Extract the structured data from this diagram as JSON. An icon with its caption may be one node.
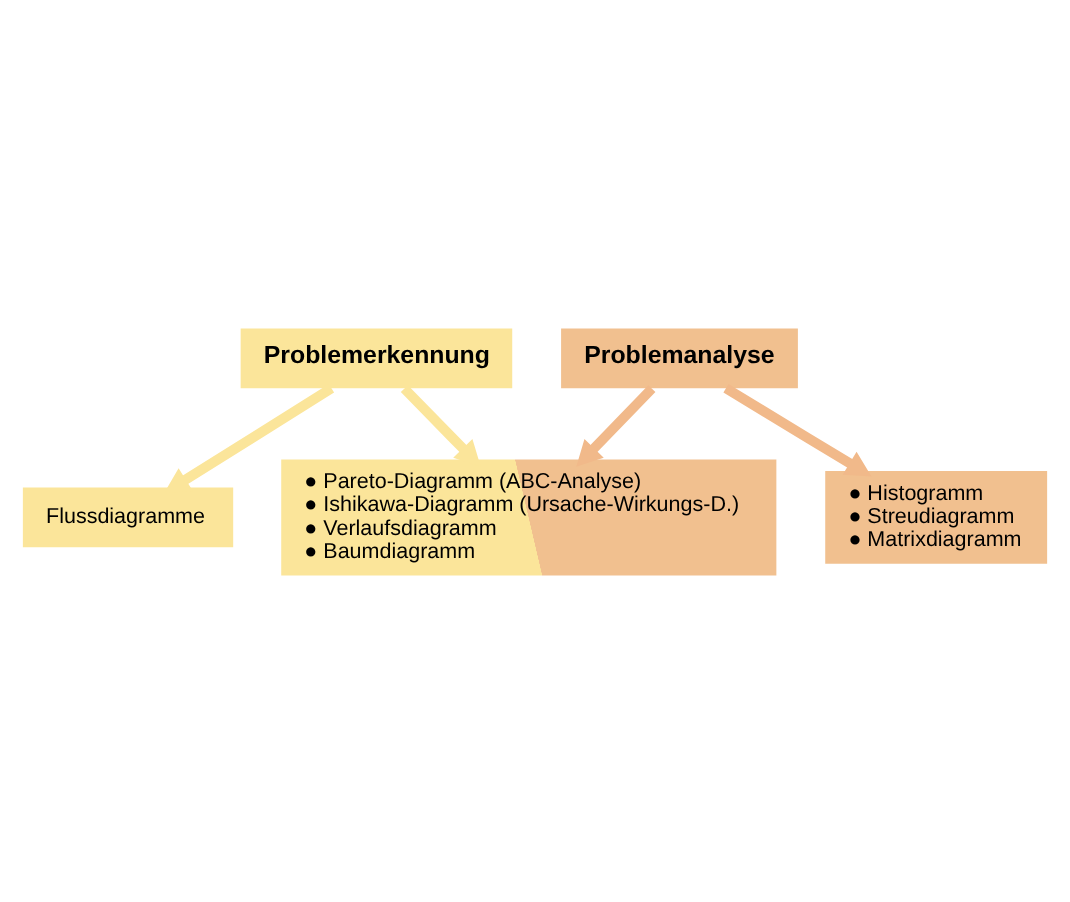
{
  "diagram": {
    "nodes": [
      {
        "text": [
          "Problemerkennung"
        ]
      },
      {
        "text": [
          "Problemanalyse"
        ]
      },
      {
        "text": [
          "Flussdiagramme"
        ]
      },
      {
        "text": [
          "● Pareto-Diagramm (ABC-Analyse)",
          "● Ishikawa-Diagramm (Ursache-Wirkungs-D.)",
          "● Verlaufsdiagramm",
          "● Baumdiagramm"
        ]
      },
      {
        "text": [
          "● Histogramm",
          "● Streudiagramm",
          "● Matrixdiagramm"
        ]
      }
    ],
    "edges": [
      {
        "from": 0,
        "to": 2,
        "arrow": "to",
        "color": "#fbe59a"
      },
      {
        "from": 0,
        "to": 3,
        "arrow": "to",
        "color": "#fbe59a"
      },
      {
        "from": 1,
        "to": 3,
        "arrow": "to",
        "color": "#f1b98a"
      },
      {
        "from": 1,
        "to": 4,
        "arrow": "to",
        "color": "#f1b98a"
      }
    ]
  }
}
